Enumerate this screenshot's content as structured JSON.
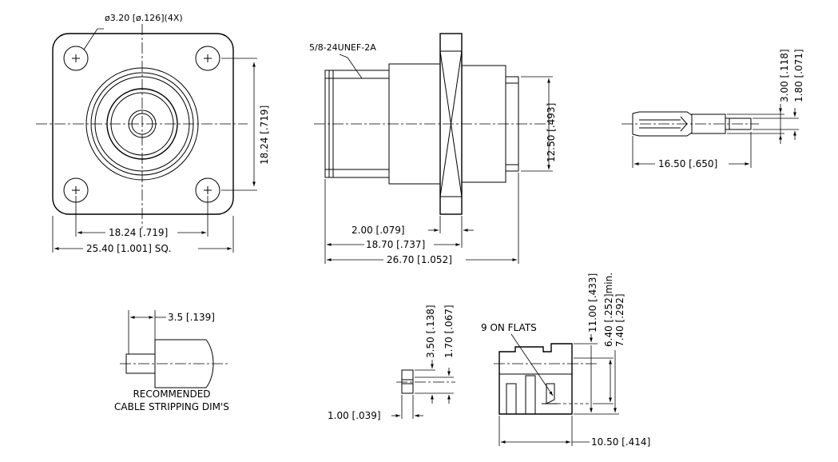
{
  "front_view": {
    "hole_dim": "ø3.20 [ø.126](4X)",
    "hole_spacing_h": "18.24 [.719]",
    "hole_spacing_v": "18.24 [.719]",
    "flange_size": "25.40 [1.001] SQ."
  },
  "side_view": {
    "thread": "5/8-24UNEF-2A",
    "rear_dia": "12.50 [.493]",
    "flange_thk": "2.00 [.079]",
    "front_len": "18.70 [.737]",
    "overall_len": "26.70 [1.052]"
  },
  "contact": {
    "length": "16.50 [.650]",
    "dia_outer": "3.00 [.118]",
    "dia_inner": "1.80 [.071]"
  },
  "stripping": {
    "dim": "3.5 [.139]",
    "caption_line1": "RECOMMENDED",
    "caption_line2": "CABLE STRIPPING DIM'S"
  },
  "small_part": {
    "dim_a": "3.50 [.138]",
    "dim_b": "1.70 [.067]",
    "dim_c": "1.00 [.039]"
  },
  "nut": {
    "flats": "9 ON FLATS",
    "dim_a": "11.00 [.433]",
    "dim_b": "6.40 [.252]min.",
    "dim_c": "7.40 [.292]",
    "length": "10.50 [.414]"
  }
}
